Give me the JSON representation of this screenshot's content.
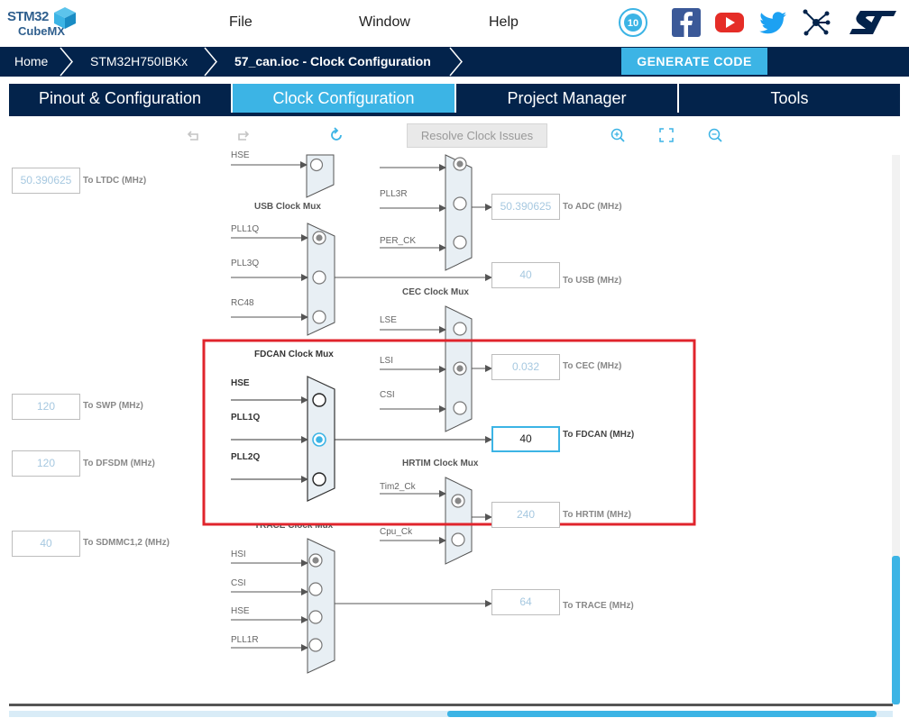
{
  "logo": {
    "line1": "STM32",
    "line2": "CubeMX"
  },
  "menu": {
    "file": "File",
    "window": "Window",
    "help": "Help"
  },
  "social_icons": [
    "anniversary-10-icon",
    "facebook-icon",
    "youtube-icon",
    "twitter-icon",
    "network-icon",
    "st-logo-icon"
  ],
  "breadcrumb": {
    "home": "Home",
    "mcu": "STM32H750IBKx",
    "file": "57_can.ioc - Clock Configuration"
  },
  "generate_button": "GENERATE CODE",
  "tabs": {
    "pinout": "Pinout & Configuration",
    "clock": "Clock Configuration",
    "project": "Project Manager",
    "tools": "Tools"
  },
  "toolbar": {
    "resolve": "Resolve Clock Issues",
    "icons": [
      "undo-icon",
      "redo-icon",
      "refresh-icon",
      "zoom-in-icon",
      "fit-screen-icon",
      "zoom-out-icon"
    ]
  },
  "left_outputs": [
    {
      "value": "50.390625",
      "label": "To LTDC (MHz)"
    },
    {
      "value": "120",
      "label": "To SWP (MHz)"
    },
    {
      "value": "120",
      "label": "To DFSDM (MHz)"
    },
    {
      "value": "40",
      "label": "To SDMMC1,2 (MHz)"
    }
  ],
  "top_mux": {
    "input": "HSE"
  },
  "usb_mux": {
    "title": "USB Clock Mux",
    "inputs": [
      "PLL1Q",
      "PLL3Q",
      "RC48"
    ],
    "output_value": "40",
    "output_label": "To USB (MHz)"
  },
  "adc_mux": {
    "inputs": [
      "PLL3R",
      "PER_CK"
    ],
    "output_value": "50.390625",
    "output_label": "To ADC (MHz)"
  },
  "cec_mux": {
    "title": "CEC Clock Mux",
    "inputs": [
      "LSE",
      "LSI",
      "CSI"
    ],
    "output_value": "0.032",
    "output_label": "To CEC (MHz)"
  },
  "fdcan_mux": {
    "title": "FDCAN Clock Mux",
    "inputs": [
      "HSE",
      "PLL1Q",
      "PLL2Q"
    ],
    "output_value": "40",
    "output_label": "To FDCAN (MHz)"
  },
  "hrtim_mux": {
    "title": "HRTIM Clock Mux",
    "inputs": [
      "Tim2_Ck",
      "Cpu_Ck"
    ],
    "output_value": "240",
    "output_label": "To HRTIM (MHz)"
  },
  "trace_mux": {
    "title": "TRACE Clock Mux",
    "inputs": [
      "HSI",
      "CSI",
      "HSE",
      "PLL1R"
    ],
    "output_value": "64",
    "output_label": "To TRACE (MHz)"
  },
  "colors": {
    "navy": "#03234b",
    "accent": "#3cb4e5",
    "highlight": "#e0242c"
  }
}
